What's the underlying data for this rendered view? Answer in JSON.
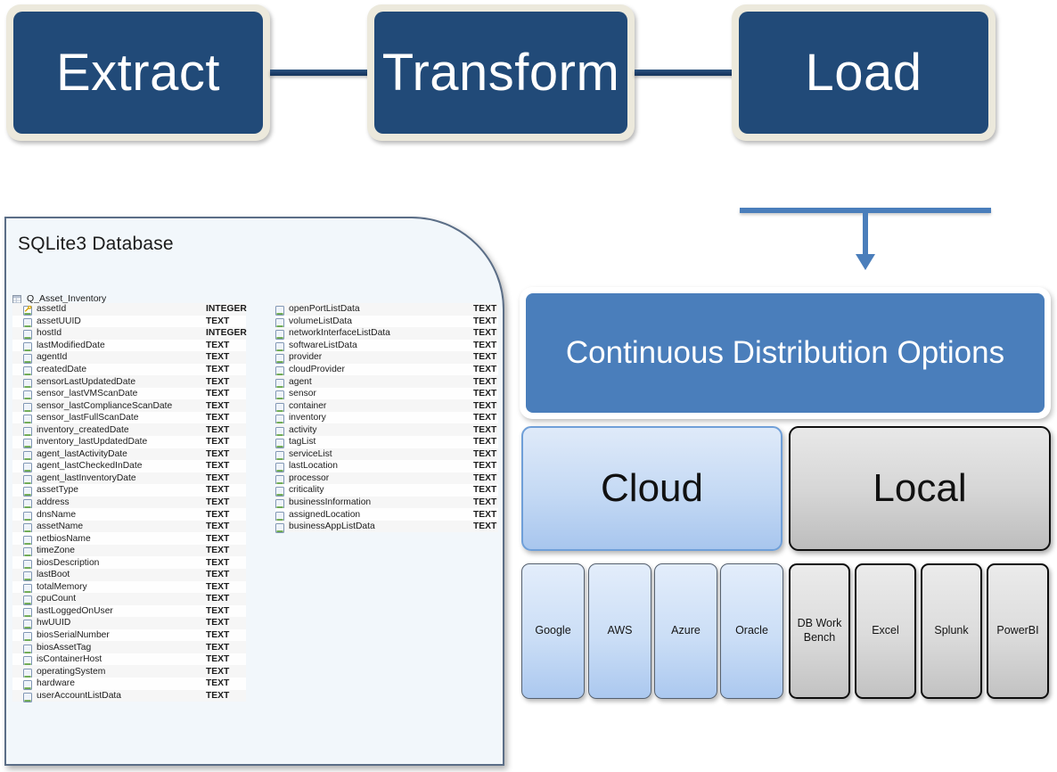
{
  "etl": {
    "steps": [
      {
        "label": "Extract"
      },
      {
        "label": "Transform"
      },
      {
        "label": "Load"
      }
    ]
  },
  "database": {
    "title": "SQLite3 Database",
    "table_name": "Q_Asset_Inventory",
    "columns_left": [
      {
        "name": "assetId",
        "type": "INTEGER",
        "icon": "primary-key-icon"
      },
      {
        "name": "assetUUID",
        "type": "TEXT",
        "icon": "column-icon"
      },
      {
        "name": "hostId",
        "type": "INTEGER",
        "icon": "column-icon"
      },
      {
        "name": "lastModifiedDate",
        "type": "TEXT",
        "icon": "column-icon"
      },
      {
        "name": "agentId",
        "type": "TEXT",
        "icon": "column-icon"
      },
      {
        "name": "createdDate",
        "type": "TEXT",
        "icon": "column-icon"
      },
      {
        "name": "sensorLastUpdatedDate",
        "type": "TEXT",
        "icon": "column-icon"
      },
      {
        "name": "sensor_lastVMScanDate",
        "type": "TEXT",
        "icon": "column-icon"
      },
      {
        "name": "sensor_lastComplianceScanDate",
        "type": "TEXT",
        "icon": "column-icon"
      },
      {
        "name": "sensor_lastFullScanDate",
        "type": "TEXT",
        "icon": "column-icon"
      },
      {
        "name": "inventory_createdDate",
        "type": "TEXT",
        "icon": "column-icon"
      },
      {
        "name": "inventory_lastUpdatedDate",
        "type": "TEXT",
        "icon": "column-icon"
      },
      {
        "name": "agent_lastActivityDate",
        "type": "TEXT",
        "icon": "column-icon"
      },
      {
        "name": "agent_lastCheckedInDate",
        "type": "TEXT",
        "icon": "column-icon"
      },
      {
        "name": "agent_lastInventoryDate",
        "type": "TEXT",
        "icon": "column-icon"
      },
      {
        "name": "assetType",
        "type": "TEXT",
        "icon": "column-icon"
      },
      {
        "name": "address",
        "type": "TEXT",
        "icon": "column-icon"
      },
      {
        "name": "dnsName",
        "type": "TEXT",
        "icon": "column-icon"
      },
      {
        "name": "assetName",
        "type": "TEXT",
        "icon": "column-icon"
      },
      {
        "name": "netbiosName",
        "type": "TEXT",
        "icon": "column-icon"
      },
      {
        "name": "timeZone",
        "type": "TEXT",
        "icon": "column-icon"
      },
      {
        "name": "biosDescription",
        "type": "TEXT",
        "icon": "column-icon"
      },
      {
        "name": "lastBoot",
        "type": "TEXT",
        "icon": "column-icon"
      },
      {
        "name": "totalMemory",
        "type": "TEXT",
        "icon": "column-icon"
      },
      {
        "name": "cpuCount",
        "type": "TEXT",
        "icon": "column-icon"
      },
      {
        "name": "lastLoggedOnUser",
        "type": "TEXT",
        "icon": "column-icon"
      },
      {
        "name": "hwUUID",
        "type": "TEXT",
        "icon": "column-icon"
      },
      {
        "name": "biosSerialNumber",
        "type": "TEXT",
        "icon": "column-icon"
      },
      {
        "name": "biosAssetTag",
        "type": "TEXT",
        "icon": "column-icon"
      },
      {
        "name": "isContainerHost",
        "type": "TEXT",
        "icon": "column-icon"
      },
      {
        "name": "operatingSystem",
        "type": "TEXT",
        "icon": "column-icon"
      },
      {
        "name": "hardware",
        "type": "TEXT",
        "icon": "column-icon"
      },
      {
        "name": "userAccountListData",
        "type": "TEXT",
        "icon": "column-icon"
      }
    ],
    "columns_right": [
      {
        "name": "openPortListData",
        "type": "TEXT",
        "icon": "column-icon"
      },
      {
        "name": "volumeListData",
        "type": "TEXT",
        "icon": "column-icon"
      },
      {
        "name": "networkInterfaceListData",
        "type": "TEXT",
        "icon": "column-icon"
      },
      {
        "name": "softwareListData",
        "type": "TEXT",
        "icon": "column-icon"
      },
      {
        "name": "provider",
        "type": "TEXT",
        "icon": "column-icon"
      },
      {
        "name": "cloudProvider",
        "type": "TEXT",
        "icon": "column-icon"
      },
      {
        "name": "agent",
        "type": "TEXT",
        "icon": "column-icon"
      },
      {
        "name": "sensor",
        "type": "TEXT",
        "icon": "column-icon"
      },
      {
        "name": "container",
        "type": "TEXT",
        "icon": "column-icon"
      },
      {
        "name": "inventory",
        "type": "TEXT",
        "icon": "column-icon"
      },
      {
        "name": "activity",
        "type": "TEXT",
        "icon": "column-icon"
      },
      {
        "name": "tagList",
        "type": "TEXT",
        "icon": "column-icon"
      },
      {
        "name": "serviceList",
        "type": "TEXT",
        "icon": "column-icon"
      },
      {
        "name": "lastLocation",
        "type": "TEXT",
        "icon": "column-icon"
      },
      {
        "name": "processor",
        "type": "TEXT",
        "icon": "column-icon"
      },
      {
        "name": "criticality",
        "type": "TEXT",
        "icon": "column-icon"
      },
      {
        "name": "businessInformation",
        "type": "TEXT",
        "icon": "column-icon"
      },
      {
        "name": "assignedLocation",
        "type": "TEXT",
        "icon": "column-icon"
      },
      {
        "name": "businessAppListData",
        "type": "TEXT",
        "icon": "column-icon"
      }
    ]
  },
  "distribution": {
    "heading": "Continuous Distribution Options",
    "groups": [
      {
        "label": "Cloud",
        "items": [
          {
            "label": "Google"
          },
          {
            "label": "AWS"
          },
          {
            "label": "Azure"
          },
          {
            "label": "Oracle"
          }
        ]
      },
      {
        "label": "Local",
        "items": [
          {
            "label": "DB Work Bench"
          },
          {
            "label": "Excel"
          },
          {
            "label": "Splunk"
          },
          {
            "label": "PowerBI"
          }
        ]
      }
    ]
  },
  "colors": {
    "etl_box": "#214a78",
    "etl_frame": "#ece9dc",
    "accent_blue": "#4a7ebb",
    "cloud_fill": "#c4d9f4",
    "local_fill": "#d6d6d6",
    "panel_bg": "#f2f7fb",
    "panel_border": "#5b6e87"
  }
}
